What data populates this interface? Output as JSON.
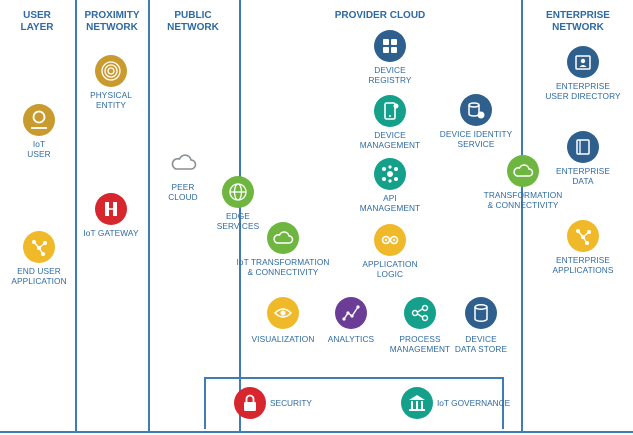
{
  "columns": {
    "user": "USER\nLAYER",
    "proximity": "PROXIMITY\nNETWORK",
    "public": "PUBLIC\nNETWORK",
    "provider": "PROVIDER CLOUD",
    "enterprise": "ENTERPRISE\nNETWORK"
  },
  "nodes": {
    "iot_user": "IoT\nUSER",
    "end_user_application": "END USER\nAPPLICATION",
    "physical_entity": "PHYSICAL\nENTITY",
    "iot_gateway": "IoT GATEWAY",
    "peer_cloud": "PEER\nCLOUD",
    "edge_services": "EDGE\nSERVICES",
    "device_registry": "DEVICE\nREGISTRY",
    "device_management": "DEVICE\nMANAGEMENT",
    "device_identity_service": "DEVICE IDENTITY\nSERVICE",
    "api_management": "API\nMANAGEMENT",
    "transformation_connectivity_provider": "TRANSFORMATION\n& CONNECTIVITY",
    "iot_transformation_connectivity": "IoT TRANSFORMATION\n& CONNECTIVITY",
    "application_logic": "APPLICATION\nLOGIC",
    "visualization": "VISUALIZATION",
    "analytics": "ANALYTICS",
    "process_management": "PROCESS\nMANAGEMENT",
    "device_data_store": "DEVICE\nDATA STORE",
    "enterprise_user_directory": "ENTERPRISE\nUSER DIRECTORY",
    "enterprise_data": "ENTERPRISE\nDATA",
    "enterprise_applications": "ENTERPRISE\nAPPLICATIONS",
    "security": "SECURITY",
    "iot_governance": "IoT GOVERNANCE"
  },
  "colors": {
    "line_blue": "#3f7bb5",
    "text_blue": "#2e6aa3",
    "gold": "#c99a2e",
    "yellow": "#f0b92a",
    "red": "#d8262f",
    "green": "#6fb640",
    "teal": "#14a08a",
    "navy": "#2f5f8c",
    "purple": "#6b3d97",
    "grey": "#8a8f94"
  }
}
